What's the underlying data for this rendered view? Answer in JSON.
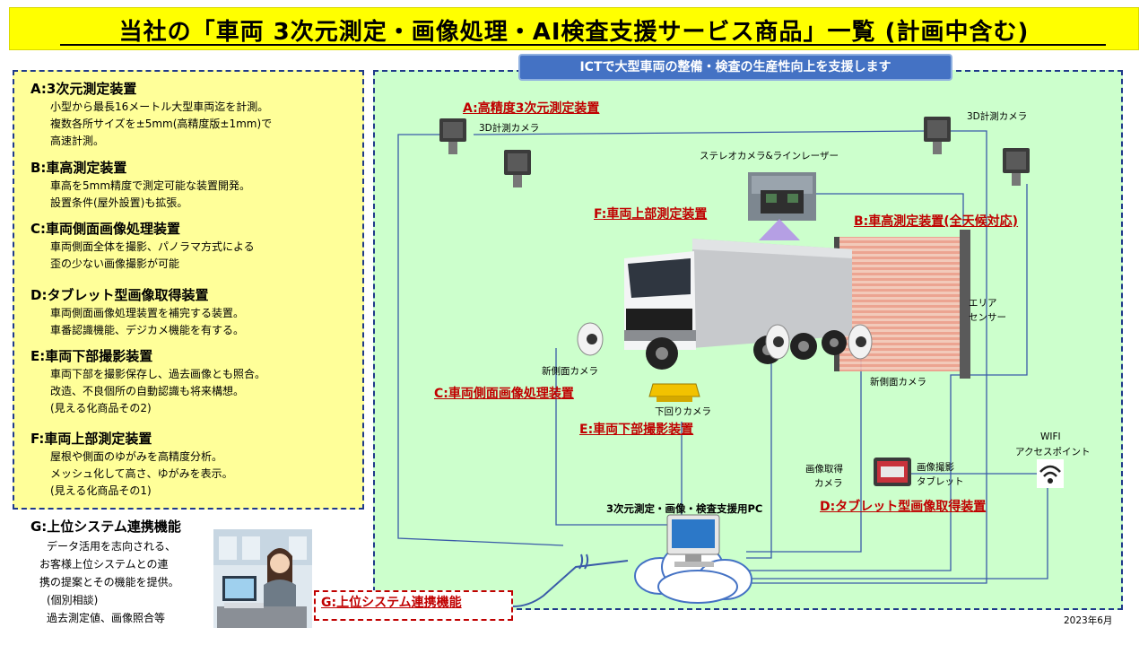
{
  "title": "当社の「車両 3次元測定・画像処理・AI検査支援サービス商品」一覧 (計画中含む)",
  "banner": "ICTで大型車両の整備・検査の生産性向上を支援します",
  "services": [
    {
      "head": "A:3次元測定装置",
      "lines": [
        "小型から最長16メートル大型車両迄を計測。",
        "複数各所サイズを±5mm(高精度版±1mm)で",
        "高速計測。"
      ]
    },
    {
      "head": "B:車高測定装置",
      "lines": [
        "車高を5mm精度で測定可能な装置開発。",
        "設置条件(屋外設置)も拡張。"
      ]
    },
    {
      "head": "C:車両側面画像処理装置",
      "lines": [
        "車両側面全体を撮影、パノラマ方式による",
        "歪の少ない画像撮影が可能"
      ]
    },
    {
      "head": "D:タブレット型画像取得装置",
      "lines": [
        "車両側面画像処理装置を補完する装置。",
        "車番認識機能、デジカメ機能を有する。"
      ]
    },
    {
      "head": "E:車両下部撮影装置",
      "lines": [
        "車両下部を撮影保存し、過去画像とも照合。",
        "改造、不良個所の自動認識も将来構想。",
        "(見える化商品その2)"
      ]
    },
    {
      "head": "F:車両上部測定装置",
      "lines": [
        "屋根や側面のゆがみを高精度分析。",
        "メッシュ化して高さ、ゆがみを表示。",
        "(見える化商品その1)"
      ]
    }
  ],
  "g_section": {
    "head": "G:上位システム連携機能",
    "lines": [
      "データ活用を志向される、",
      "お客様上位システムとの連",
      "携の提案とその機能を提供。",
      "(個別相談)",
      "過去測定値、画像照合等"
    ]
  },
  "diagram": {
    "label_a": "A:高精度3次元測定装置",
    "label_b": "B:車高測定装置(全天候対応)",
    "label_c": "C:車両側面画像処理装置",
    "label_d": "D:タブレット型画像取得装置",
    "label_e": "E:車両下部撮影装置",
    "label_f": "F:車両上部測定装置",
    "label_g": "G:上位システム連携機能",
    "camera_3d_left": "3D計測カメラ",
    "camera_3d_right": "3D計測カメラ",
    "stereo_camera": "ステレオカメラ&ラインレーザー",
    "area_sensor_1": "エリア",
    "area_sensor_2": "センサー",
    "side_camera_left": "新側面カメラ",
    "side_camera_right": "新側面カメラ",
    "under_camera": "下回りカメラ",
    "wifi_1": "WIFI",
    "wifi_2": "アクセスポイント",
    "image_camera_1": "画像取得",
    "image_camera_2": "カメラ",
    "tablet_1": "画像撮影",
    "tablet_2": "タブレット",
    "pc_label": "3次元測定・画像・検査支援用PC"
  },
  "date": "2023年6月",
  "colors": {
    "title_bg": "#ffff00",
    "left_bg": "#ffff99",
    "right_bg": "#ccffcc",
    "banner": "#4472c4",
    "label_red": "#c00000",
    "border_blue": "#1f3a8a"
  }
}
